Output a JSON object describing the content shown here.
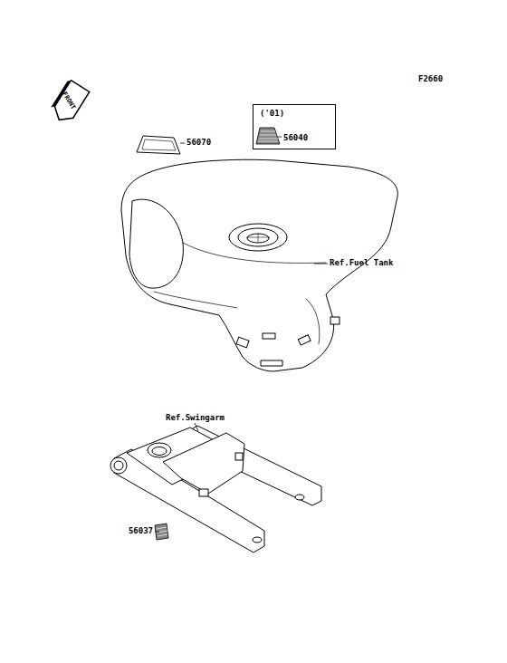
{
  "diagram": {
    "nodes": [
      {
        "text": [
          "('01)",
          "56040"
        ]
      }
    ],
    "labels": [
      "F2660",
      "FRONT",
      "56070",
      "Ref.Fuel Tank",
      "Ref.Swingarm",
      "56037"
    ]
  }
}
